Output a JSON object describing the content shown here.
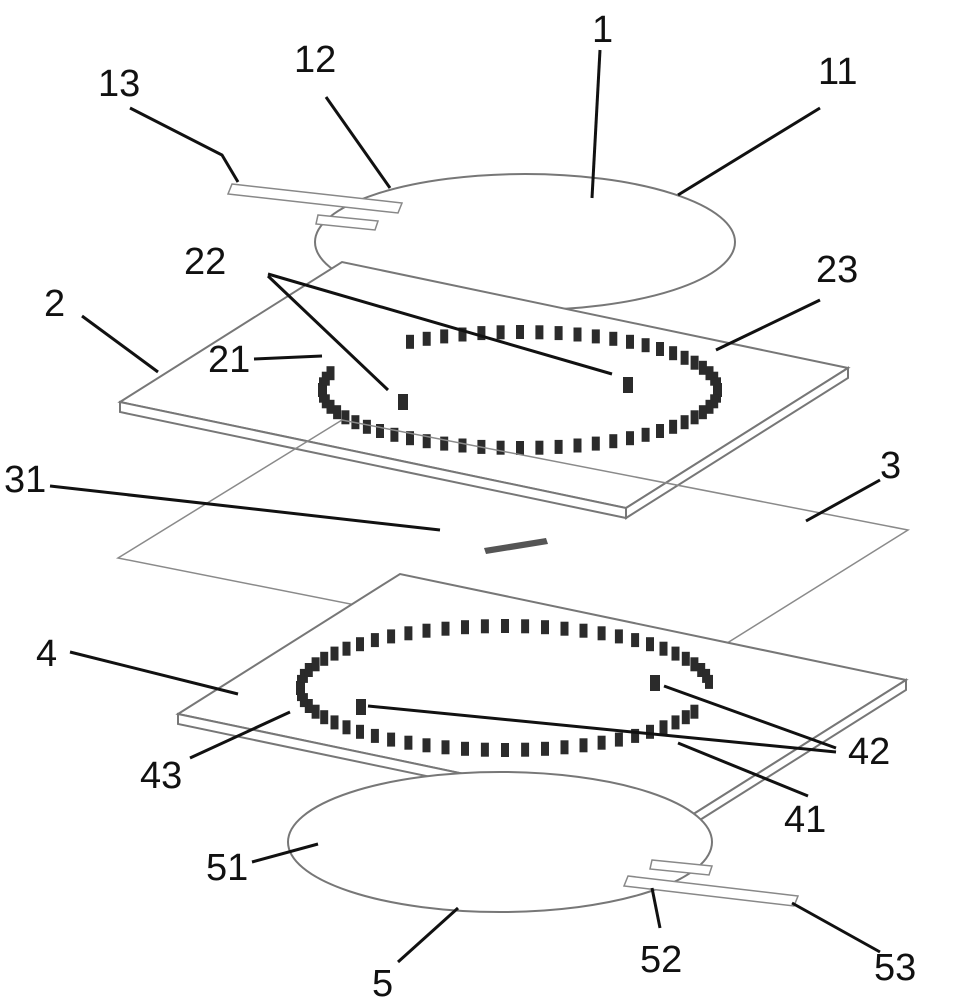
{
  "colors": {
    "line": "#111111",
    "outline": "#777777",
    "via": "#2b2b2b",
    "background": "#ffffff"
  },
  "labels": {
    "l1": "1",
    "l2": "2",
    "l3": "3",
    "l4": "4",
    "l5": "5",
    "l11": "11",
    "l12": "12",
    "l13": "13",
    "l21": "21",
    "l22": "22",
    "l23": "23",
    "l31": "31",
    "l41": "41",
    "l42": "42",
    "l43": "43",
    "l51": "51",
    "l52": "52",
    "l53": "53"
  }
}
